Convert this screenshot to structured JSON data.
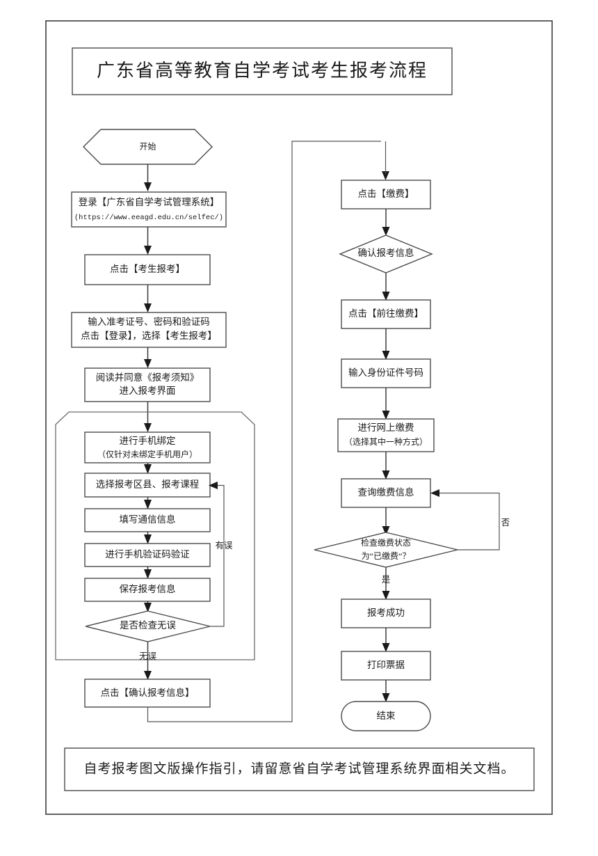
{
  "document": {
    "title": "广东省高等教育自学考试考生报考流程",
    "footer_note": "自考报考图文版操作指引，请留意省自学考试管理系统界面相关文档。"
  },
  "chart_data": {
    "type": "diagram",
    "diagram_kind": "flowchart",
    "orientation": "two-column-vertical",
    "title": "广东省高等教育自学考试考生报考流程"
  },
  "flow": {
    "left_column": {
      "start": {
        "label": "开始",
        "shape": "hexagon"
      },
      "nodes": [
        {
          "id": "login",
          "shape": "rect",
          "line1": "登录【广东省自学考试管理系统】",
          "line2": "(https://www.eeagd.edu.cn/selfec/)"
        },
        {
          "id": "click-exam-reg",
          "shape": "rect",
          "line1": "点击【考生报考】"
        },
        {
          "id": "input-credentials",
          "shape": "rect",
          "line1": "输入准考证号、密码和验证码",
          "line2": "点击【登录】，选择【考生报考】"
        },
        {
          "id": "read-notice",
          "shape": "rect",
          "line1": "阅读并同意《报考须知》",
          "line2": "进入报考界面"
        },
        {
          "id": "bind-phone",
          "shape": "rect",
          "line1": "进行手机绑定",
          "line2": "（仅针对未绑定手机用户）"
        },
        {
          "id": "select-district-courses",
          "shape": "rect",
          "line1": "选择报考区县、报考课程"
        },
        {
          "id": "fill-contact",
          "shape": "rect",
          "line1": "填写通信信息"
        },
        {
          "id": "verify-sms-code",
          "shape": "rect",
          "line1": "进行手机验证码验证"
        },
        {
          "id": "save-registration",
          "shape": "rect",
          "line1": "保存报考信息"
        },
        {
          "id": "check-correct",
          "shape": "diamond",
          "line1": "是否检查无误"
        },
        {
          "id": "confirm-registration",
          "shape": "rect",
          "line1": "点击【确认报考信息】"
        }
      ],
      "edge_labels": {
        "error": "有误",
        "no_error": "无误"
      }
    },
    "right_column": {
      "nodes": [
        {
          "id": "click-pay",
          "shape": "rect",
          "line1": "点击【缴费】"
        },
        {
          "id": "confirm-info",
          "shape": "diamond",
          "line1": "确认报考信息"
        },
        {
          "id": "go-to-pay",
          "shape": "rect",
          "line1": "点击【前往缴费】"
        },
        {
          "id": "input-id-number",
          "shape": "rect",
          "line1": "输入身份证件号码"
        },
        {
          "id": "online-payment",
          "shape": "rect",
          "line1": "进行网上缴费",
          "line2": "（选择其中一种方式）"
        },
        {
          "id": "query-payment",
          "shape": "rect",
          "line1": "查询缴费信息"
        },
        {
          "id": "check-payment-status",
          "shape": "diamond",
          "line1": "检查缴费状态",
          "line2": "为“已缴费”？"
        },
        {
          "id": "registration-success",
          "shape": "rect",
          "line1": "报考成功"
        },
        {
          "id": "print-receipt",
          "shape": "rect",
          "line1": "打印票据"
        },
        {
          "id": "end",
          "shape": "stadium",
          "line1": "结束"
        }
      ],
      "edge_labels": {
        "no": "否",
        "yes": "是"
      }
    }
  },
  "colors": {
    "page_background": "#ffffff",
    "frame_stroke": "#3c3c3c",
    "node_stroke": "#4a4a4a",
    "edge_stroke": "#3a3a3a",
    "text": "#1a1a1a"
  }
}
